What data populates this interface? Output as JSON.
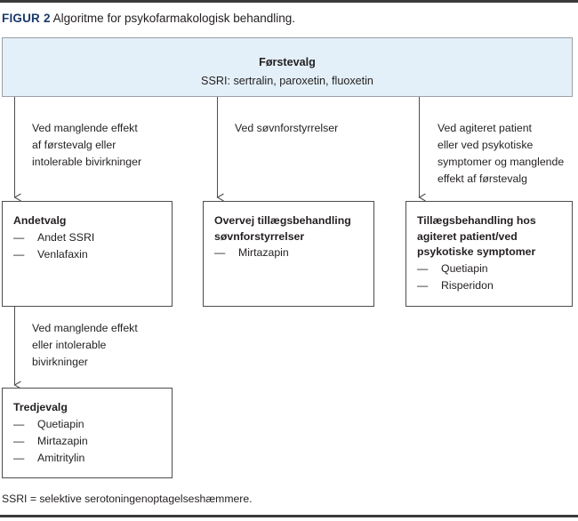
{
  "figure": {
    "number_label": "FIGUR 2",
    "caption": "Algoritme for psykofarmakologisk behandling."
  },
  "colors": {
    "accent": "#1a3a6b",
    "header_fill": "#e3f0f9",
    "header_border": "#9aa0a6",
    "box_border": "#4d4d4d",
    "rule": "#3a3a3a",
    "text": "#231f20"
  },
  "header_box": {
    "title": "Førstevalg",
    "subtitle": "SSRI: sertralin, paroxetin, fluoxetin"
  },
  "branch_notes": {
    "left": [
      "Ved manglende effekt",
      "af førstevalg eller",
      "intolerable bivirkninger"
    ],
    "middle": [
      "Ved søvnforstyrrelser"
    ],
    "right": [
      "Ved agiteret patient",
      "eller ved psykotiske",
      "symptomer og manglende",
      "effekt af førstevalg"
    ],
    "left_lower": [
      "Ved manglende effekt",
      "eller intolerable",
      "bivirkninger"
    ]
  },
  "boxes": {
    "andetvalg": {
      "title": "Andetvalg",
      "items": [
        "Andet SSRI",
        "Venlafaxin"
      ]
    },
    "sovn": {
      "title_line1": "Overvej tillægsbehandling",
      "title_line2": "søvnforstyrrelser",
      "items": [
        "Mirtazapin"
      ]
    },
    "agiteret": {
      "title_line1": "Tillægsbehandling hos",
      "title_line2": "agiteret patient/ved",
      "title_line3": "psykotiske symptomer",
      "items": [
        "Quetiapin",
        "Risperidon"
      ]
    },
    "tredjevalg": {
      "title": "Tredjevalg",
      "items": [
        "Quetiapin",
        "Mirtazapin",
        "Amitritylin"
      ]
    }
  },
  "bullet_dash": "—",
  "footnote": "SSRI = selektive serotoningenoptagelseshæmmere."
}
